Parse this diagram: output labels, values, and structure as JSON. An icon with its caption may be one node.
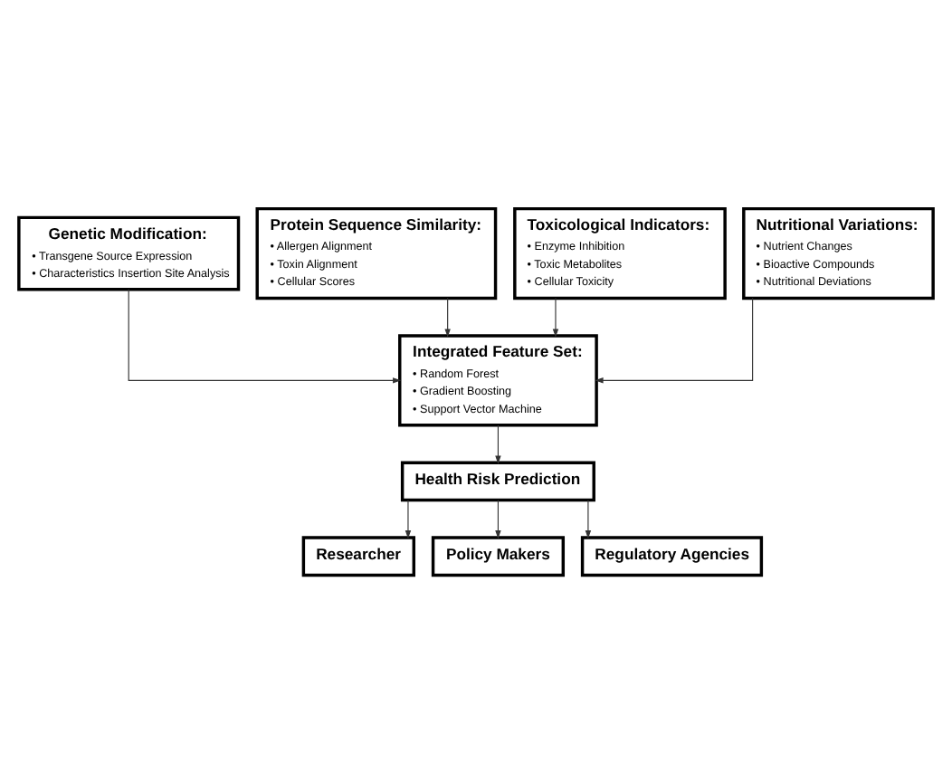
{
  "diagram": {
    "nodes": [
      {
        "text": [
          "Genetic Modification:",
          "• Transgene Source Expression",
          "• Characteristics Insertion Site Analysis"
        ]
      },
      {
        "text": [
          "Protein Sequence Similarity:",
          "• Allergen Alignment",
          "• Toxin Alignment",
          "• Cellular Scores"
        ]
      },
      {
        "text": [
          "Toxicological Indicators:",
          "• Enzyme Inhibition",
          "• Toxic Metabolites",
          "• Cellular Toxicity"
        ]
      },
      {
        "text": [
          "Nutritional Variations:",
          "• Nutrient Changes",
          "• Bioactive Compounds",
          "• Nutritional Deviations"
        ]
      },
      {
        "text": [
          "Integrated Feature Set:",
          "• Random Forest",
          "• Gradient Boosting",
          "• Support Vector Machine"
        ]
      },
      {
        "text": [
          "Health Risk Prediction"
        ]
      },
      {
        "text": [
          "Researcher"
        ]
      },
      {
        "text": [
          "Policy Makers"
        ]
      },
      {
        "text": [
          "Regulatory Agencies"
        ]
      }
    ],
    "edges": [
      {
        "from": 0,
        "to": 4,
        "arrow": "to"
      },
      {
        "from": 1,
        "to": 4,
        "arrow": "to"
      },
      {
        "from": 2,
        "to": 4,
        "arrow": "to"
      },
      {
        "from": 3,
        "to": 4,
        "arrow": "to"
      },
      {
        "from": 4,
        "to": 5,
        "arrow": "to"
      },
      {
        "from": 5,
        "to": 6,
        "arrow": "to"
      },
      {
        "from": 5,
        "to": 7,
        "arrow": "to"
      },
      {
        "from": 5,
        "to": 8,
        "arrow": "to"
      }
    ]
  }
}
